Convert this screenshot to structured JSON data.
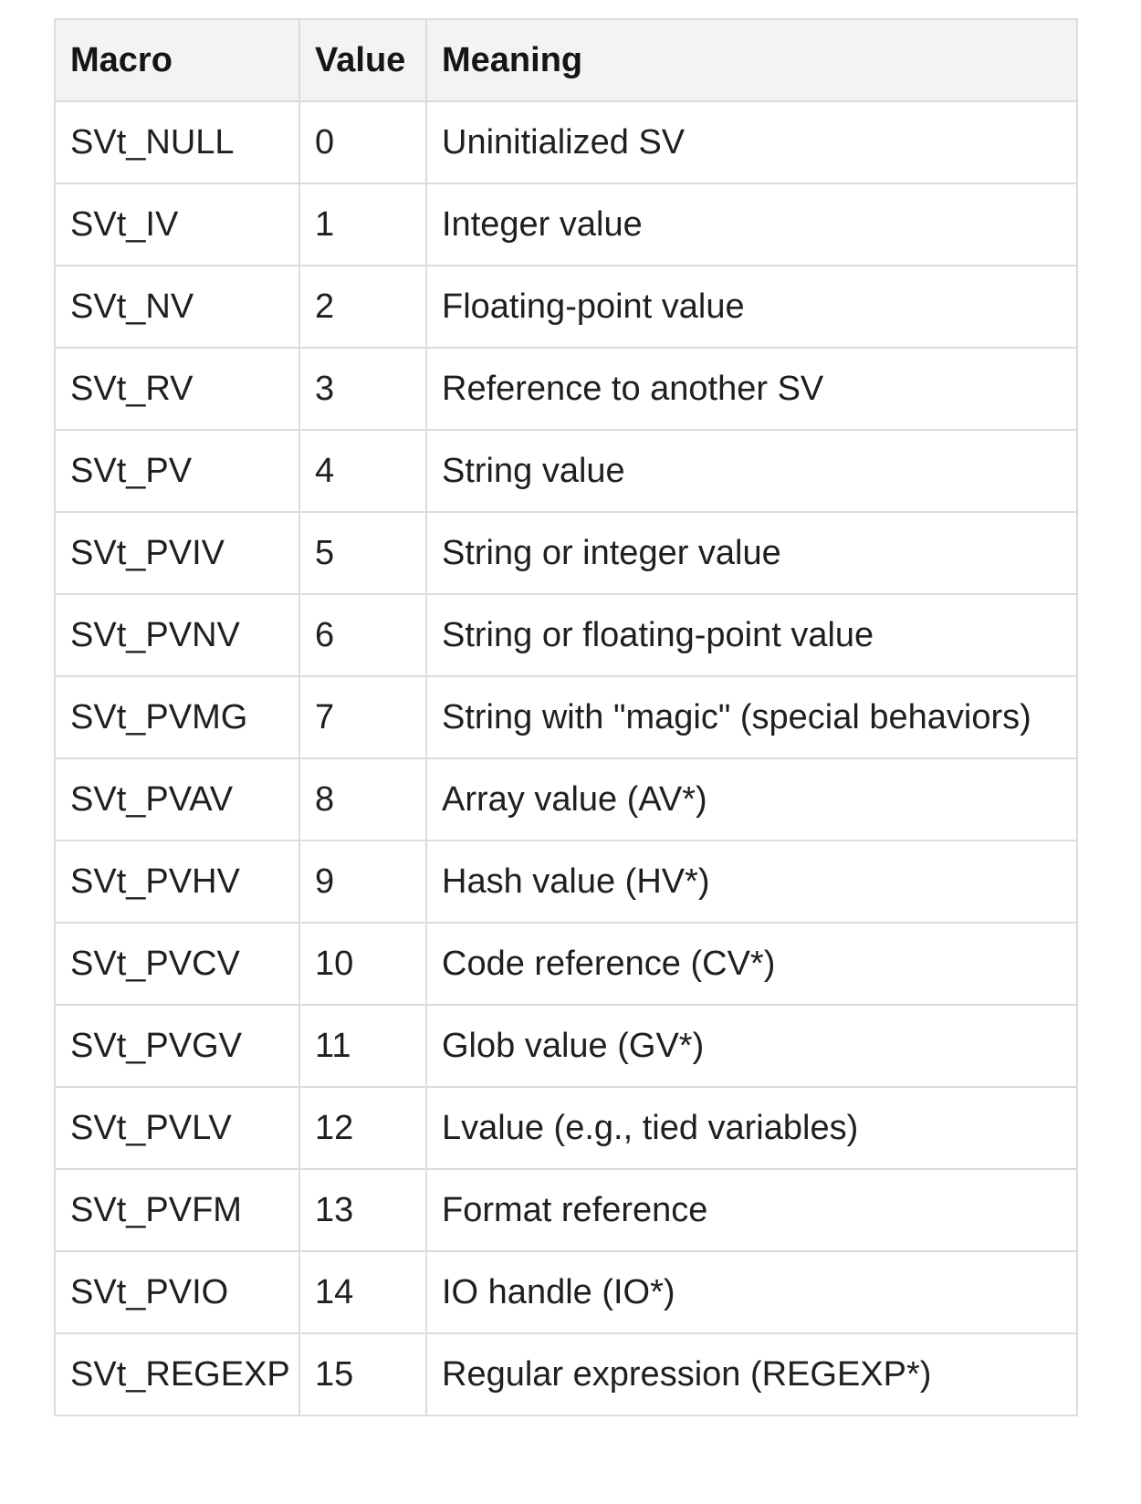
{
  "table": {
    "headers": {
      "macro": "Macro",
      "value": "Value",
      "meaning": "Meaning"
    },
    "rows": [
      {
        "macro": "SVt_NULL",
        "value": "0",
        "meaning": "Uninitialized SV"
      },
      {
        "macro": "SVt_IV",
        "value": "1",
        "meaning": "Integer value"
      },
      {
        "macro": "SVt_NV",
        "value": "2",
        "meaning": "Floating-point value"
      },
      {
        "macro": "SVt_RV",
        "value": "3",
        "meaning": "Reference to another SV"
      },
      {
        "macro": "SVt_PV",
        "value": "4",
        "meaning": "String value"
      },
      {
        "macro": "SVt_PVIV",
        "value": "5",
        "meaning": "String or integer value"
      },
      {
        "macro": "SVt_PVNV",
        "value": "6",
        "meaning": "String or floating-point value"
      },
      {
        "macro": "SVt_PVMG",
        "value": "7",
        "meaning": "String with \"magic\" (special behaviors)"
      },
      {
        "macro": "SVt_PVAV",
        "value": "8",
        "meaning": "Array value (AV*)"
      },
      {
        "macro": "SVt_PVHV",
        "value": "9",
        "meaning": "Hash value (HV*)"
      },
      {
        "macro": "SVt_PVCV",
        "value": "10",
        "meaning": "Code reference (CV*)"
      },
      {
        "macro": "SVt_PVGV",
        "value": "11",
        "meaning": "Glob value (GV*)"
      },
      {
        "macro": "SVt_PVLV",
        "value": "12",
        "meaning": "Lvalue (e.g., tied variables)"
      },
      {
        "macro": "SVt_PVFM",
        "value": "13",
        "meaning": "Format reference"
      },
      {
        "macro": "SVt_PVIO",
        "value": "14",
        "meaning": "IO handle (IO*)"
      },
      {
        "macro": "SVt_REGEXP",
        "value": "15",
        "meaning": "Regular expression (REGEXP*)"
      }
    ]
  }
}
